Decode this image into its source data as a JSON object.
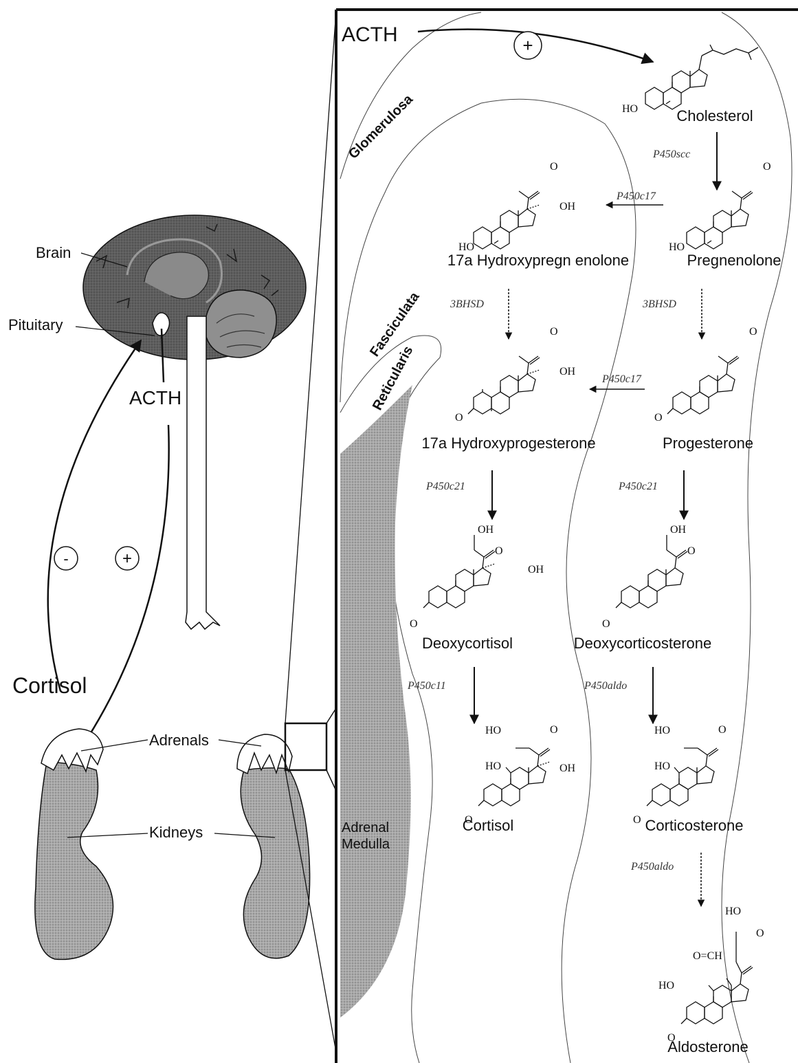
{
  "anatomy": {
    "brain_label": "Brain",
    "pituitary_label": "Pituitary",
    "acth_label": "ACTH",
    "minus_sign": "-",
    "plus_sign": "+",
    "cortisol_label": "Cortisol",
    "adrenals_label": "Adrenals",
    "kidneys_label": "Kidneys"
  },
  "pathway": {
    "acth_label": "ACTH",
    "plus_sign": "+",
    "zones": {
      "glomerulosa": "Glomerulosa",
      "fasciculata": "Fasciculata",
      "reticularis": "Reticularis",
      "medulla_line1": "Adrenal",
      "medulla_line2": "Medulla"
    },
    "compounds": {
      "cholesterol": "Cholesterol",
      "pregnenolone": "Pregnenolone",
      "hydroxypregnenolone": "17a Hydroxypregn enolone",
      "progesterone": "Progesterone",
      "hydroxyprogesterone": "17a Hydroxyprogesterone",
      "deoxycortisol": "Deoxycortisol",
      "deoxycorticosterone": "Deoxycorticosterone",
      "cortisol": "Cortisol",
      "corticosterone": "Corticosterone",
      "aldosterone": "Aldosterone"
    },
    "enzymes": {
      "p450scc": "P450scc",
      "p450c17_top": "P450c17",
      "hsd_left": "3BHSD",
      "hsd_right": "3BHSD",
      "p450c17_mid": "P450c17",
      "p450c21_left": "P450c21",
      "p450c21_right": "P450c21",
      "p450c11": "P450c11",
      "p450aldo_1": "P450aldo",
      "p450aldo_2": "P450aldo"
    },
    "atoms": {
      "ho": "HO",
      "oh": "OH",
      "o": "O",
      "och": "O=CH"
    }
  }
}
